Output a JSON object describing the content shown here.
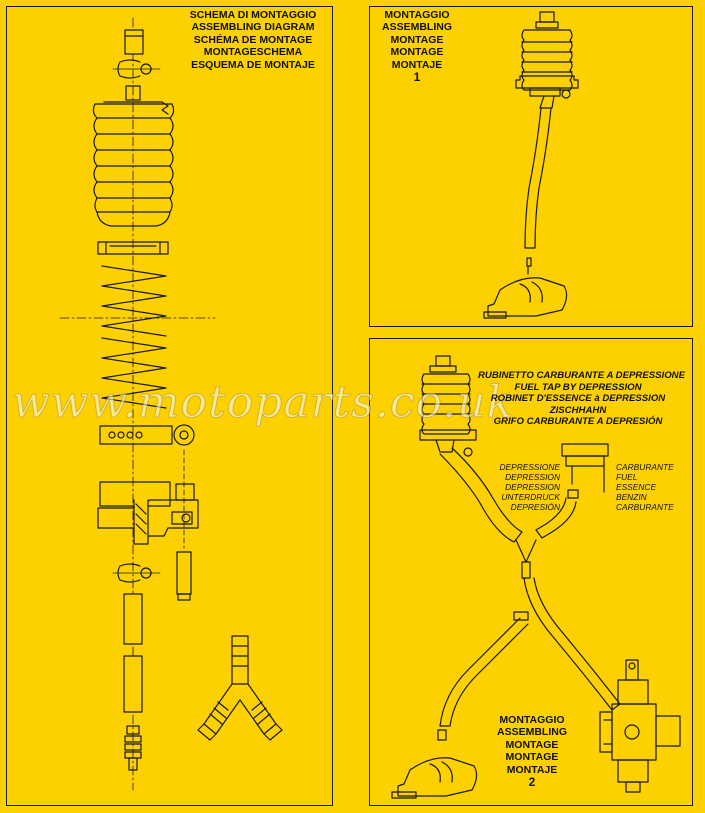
{
  "left_panel": {
    "title_lines": [
      "SCHEMA DI MONTAGGIO",
      "ASSEMBLING DIAGRAM",
      "SCHÉMA DE MONTAGE",
      "MONTAGESCHEMA",
      "ESQUEMA DE MONTAJE"
    ]
  },
  "top_right_panel": {
    "title_lines": [
      "MONTAGGIO",
      "ASSEMBLING",
      "MONTAGE",
      "MONTAGE",
      "MONTAJE",
      "1"
    ]
  },
  "bottom_right_panel": {
    "header_lines": [
      "RUBINETTO CARBURANTE A DEPRESSIONE",
      "FUEL TAP BY DEPRESSION",
      "ROBINET D'ESSENCE à DEPRESSION",
      "ZISCHHAHN",
      "GRIFO CARBURANTE A DEPRESIÓN"
    ],
    "depression_lines": [
      "DEPRESSIONE",
      "DEPRESSION",
      "DEPRESSION",
      "UNTERDRUCK",
      "DEPRESIÓN"
    ],
    "fuel_lines": [
      "CARBURANTE",
      "FUEL",
      "ESSENCE",
      "BENZIN",
      "CARBURANTE"
    ],
    "footer_lines": [
      "MONTAGGIO",
      "ASSEMBLING",
      "MONTAGE",
      "MONTAGE",
      "MONTAJE",
      "2"
    ]
  },
  "watermark": "www.motoparts.co.uk",
  "colors": {
    "background": "#fdd000",
    "ink": "#1a1a1a"
  }
}
